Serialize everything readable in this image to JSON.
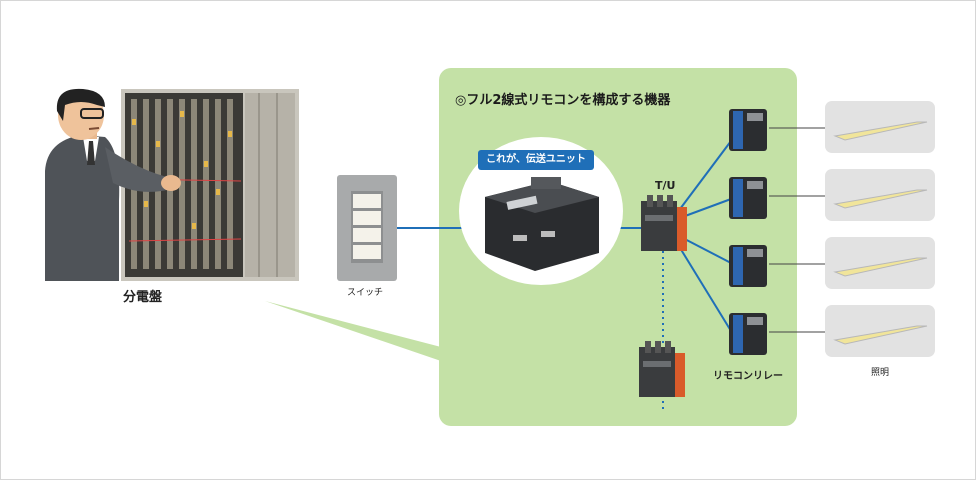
{
  "labels": {
    "distribution_board": "分電盤",
    "switch": "スイッチ",
    "panel_title": "◎フル2線式リモコンを構成する機器",
    "callout": "これが、伝送ユニット",
    "tu": "T/U",
    "remote_relay": "リモコンリレー",
    "lighting": "照明"
  },
  "colors": {
    "panel_green": "#c4e1a6",
    "line_blue": "#1f6fb8",
    "fixture_bg": "#e2e2e2",
    "lamp_yellow": "#f1e59a"
  }
}
